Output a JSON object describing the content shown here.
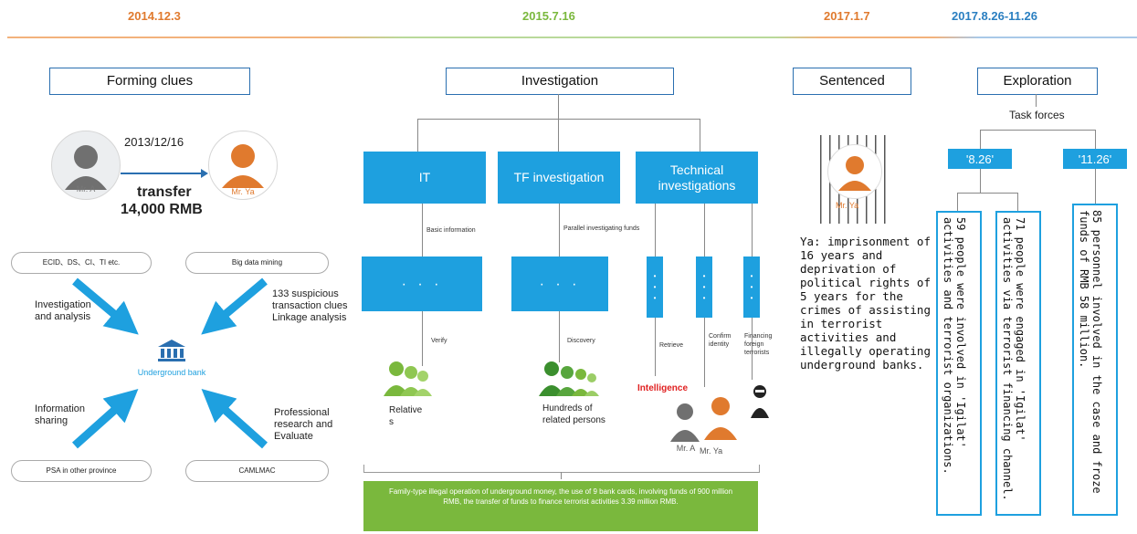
{
  "timeline": {
    "dates": [
      {
        "text": "2014.12.3",
        "color": "#e07a2e"
      },
      {
        "text": "2015.7.16",
        "color": "#7ab83d"
      },
      {
        "text": "2017.1.7",
        "color": "#e07a2e"
      },
      {
        "text": "2017.8.26-11.26",
        "color": "#2a7fc1"
      }
    ]
  },
  "sections": {
    "clues": "Forming clues",
    "investigation": "Investigation",
    "sentenced": "Sentenced",
    "exploration": "Exploration"
  },
  "clues": {
    "date": "2013/12/16",
    "person_a": "Mr. A",
    "person_ya": "Mr. Ya",
    "transfer_line1": "transfer",
    "transfer_line2": "14,000 RMB",
    "pill_tl": "ECID、DS、CI、TI etc.",
    "pill_tr": "Big data mining",
    "pill_bl": "PSA in other province",
    "pill_br": "CAMLMAC",
    "arrow_tl": "Investigation and analysis",
    "arrow_tr": "133 suspicious transaction clues Linkage analysis",
    "arrow_bl": "Information sharing",
    "arrow_br": "Professional research and Evaluate",
    "center": "Underground bank"
  },
  "investigation": {
    "boxes": [
      "IT",
      "TF investigation",
      "Technical investigations"
    ],
    "basic_info": "Basic information",
    "parallel": "Parallel investigating funds",
    "dots": "· · ·",
    "verify": "Verify",
    "discovery": "Discovery",
    "retrieve": "Retrieve",
    "confirm": "Confirm identity",
    "financing": "Financing foreign terrorists",
    "relatives": "Relative s",
    "hundreds": "Hundreds of related persons",
    "intelligence": "Intelligence",
    "mr_a": "Mr. A",
    "mr_ya": "Mr. Ya",
    "summary": "Family-type illegal operation of underground money, the use of 9 bank cards, involving funds of 900 million RMB, the transfer of funds to finance terrorist activities 3.39 million RMB."
  },
  "sentenced": {
    "person": "Mr. Ya",
    "text": "Ya: imprisonment of 16 years and deprivation of political rights of 5 years for the crimes of assisting in terrorist activities and illegally operating underground banks."
  },
  "exploration": {
    "task_forces": "Task forces",
    "tag1": "'8.26'",
    "tag2": "'11.26'",
    "col1": "59 people were involved in 'Igilat' activities and terrorist organizations.",
    "col2": "71 people were engaged in 'Igilat' activities via terrorist financing channel.",
    "col3": "85 personnel involved in the case and froze funds of RMB 58 million."
  },
  "colors": {
    "accent_blue": "#1ea0df",
    "box_border": "#2a6fb0",
    "green": "#7ab83d",
    "orange": "#e07a2e",
    "red": "#e02020"
  }
}
